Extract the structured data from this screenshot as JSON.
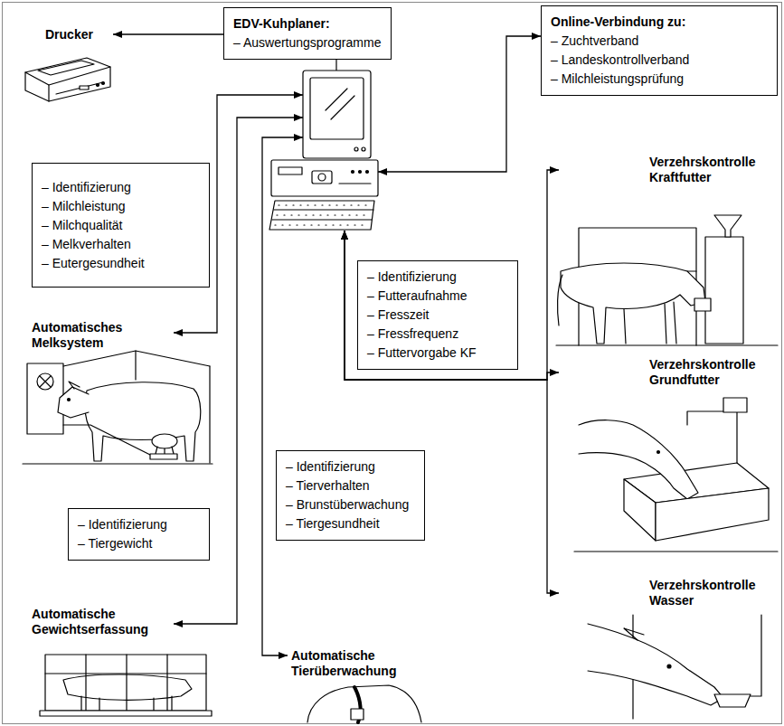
{
  "diagram": {
    "nodes": [
      {
        "text": [
          "Drucker"
        ]
      },
      {
        "text": [
          "EDV-Kuhplaner:",
          "– Auswertungsprogramme"
        ]
      },
      {
        "text": [
          "Online-Verbindung zu:",
          "– Zuchtverband",
          "– Landeskontrollverband",
          "– Milchleistungsprüfung"
        ]
      },
      {
        "text": [
          "– Identifizierung",
          "– Milchleistung",
          "– Milchqualität",
          "– Melkverhalten",
          "– Eutergesundheit"
        ]
      },
      {
        "text": [
          "Automatisches Melksystem"
        ]
      },
      {
        "text": [
          "– Identifizierung",
          "– Futteraufnahme",
          "– Fresszeit",
          "– Fressfrequenz",
          "– Futtervorgabe KF"
        ]
      },
      {
        "text": [
          "Verzehrskontrolle Kraftfutter"
        ]
      },
      {
        "text": [
          "Verzehrskontrolle Grundfutter"
        ]
      },
      {
        "text": [
          "Verzehrskontrolle Wasser"
        ]
      },
      {
        "text": [
          "– Identifizierung",
          "– Tiergewicht"
        ]
      },
      {
        "text": [
          "Automatische Gewichtserfassung"
        ]
      },
      {
        "text": [
          "– Identifizierung",
          "– Tierverhalten",
          "– Brunstüberwachung",
          "– Tiergesundheit"
        ]
      },
      {
        "text": [
          "Automatische Tierüberwachung"
        ]
      }
    ],
    "edges": [
      {
        "from": 1,
        "to": 0,
        "arrow": "to"
      },
      {
        "from": 1,
        "to": 2,
        "arrow": "both"
      },
      {
        "from": 1,
        "to": 4,
        "arrow": "both"
      },
      {
        "from": 1,
        "to": 10,
        "arrow": "both"
      },
      {
        "from": 1,
        "to": 12,
        "arrow": "both"
      },
      {
        "from": 1,
        "to": 6,
        "arrow": "both"
      },
      {
        "from": 1,
        "to": 7,
        "arrow": "both"
      },
      {
        "from": 1,
        "to": 8,
        "arrow": "both"
      }
    ]
  }
}
